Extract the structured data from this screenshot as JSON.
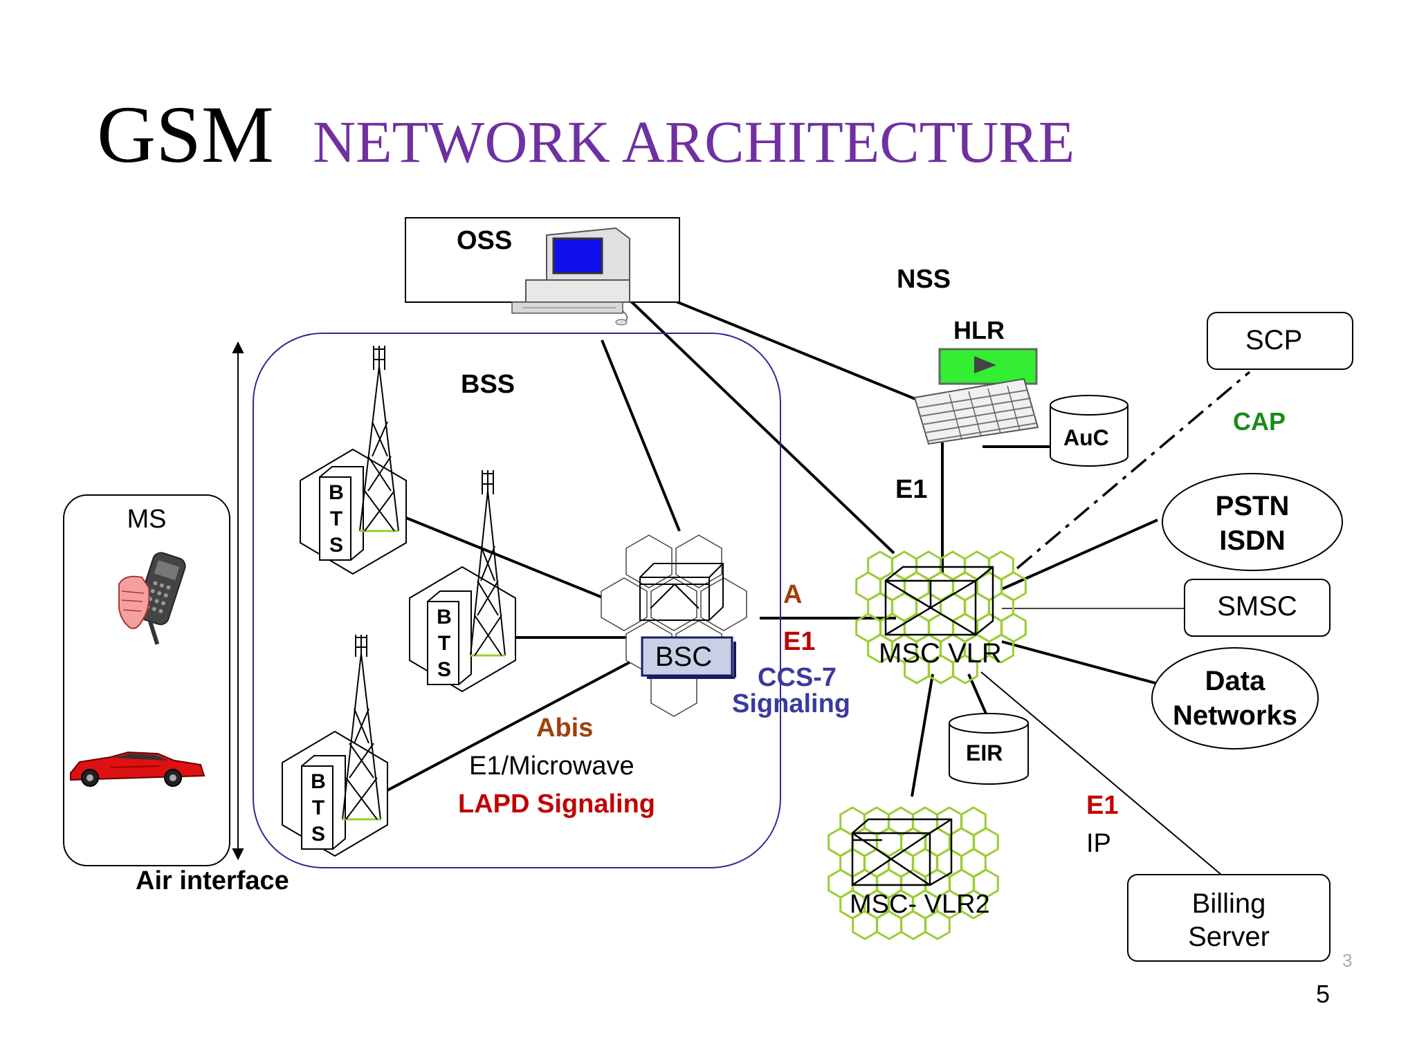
{
  "slide": {
    "title_main": "GSM",
    "title_rest": "NETWORK ARCHITECTURE",
    "slide_number": "5",
    "corner_number": "3"
  },
  "colors": {
    "title_purple": "#7030a0",
    "red_label": "#c00000",
    "brown_label": "#a0400a",
    "blue_label": "#3a3aa0",
    "green_label": "#1a8a1a",
    "hex_green": "#9acd32",
    "bss_border": "#2a2a9a",
    "hlr_screen": "#33ee33",
    "bsc_box": "#c8d0e8"
  },
  "labels": {
    "oss": "OSS",
    "nss": "NSS",
    "hlr": "HLR",
    "auc": "AuC",
    "bss": "BSS",
    "ms": "MS",
    "bts_letters": [
      "B",
      "T",
      "S"
    ],
    "bsc": "BSC",
    "msc_vlr": "MSC VLR",
    "msc_vlr2": "MSC- VLR2",
    "eir": "EIR",
    "scp": "SCP",
    "cap": "CAP",
    "pstn": "PSTN",
    "isdn": "ISDN",
    "smsc": "SMSC",
    "data": "Data",
    "networks": "Networks",
    "billing_1": "Billing",
    "billing_2": "Server",
    "e1_hlr": "E1",
    "a": "A",
    "e1_a": "E1",
    "ccs7": "CCS-7",
    "signaling": "Signaling",
    "abis": "Abis",
    "e1_microwave": "E1/Microwave",
    "lapd": "LAPD Signaling",
    "e1_billing": "E1",
    "ip": "IP",
    "air_interface": "Air interface"
  },
  "icons": [
    "computer-icon",
    "antenna-tower-icon",
    "hand-phone-icon",
    "car-icon",
    "server-rack-icon",
    "database-cylinder-icon",
    "switch-cube-icon"
  ]
}
